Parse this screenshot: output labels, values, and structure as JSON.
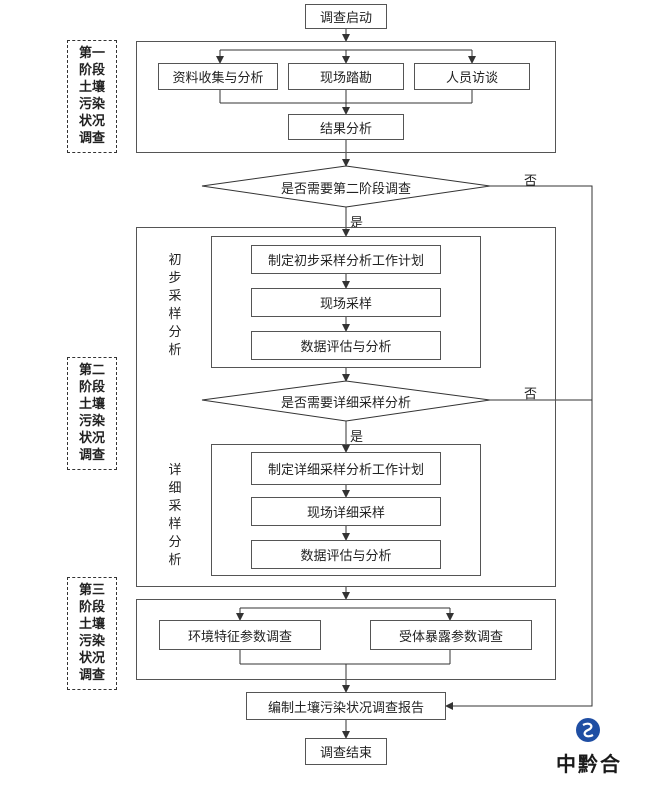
{
  "nodes": {
    "start": "调查启动",
    "stage1_data": "资料收集与分析",
    "stage1_site": "现场踏勘",
    "stage1_interview": "人员访谈",
    "stage1_result": "结果分析",
    "decision1": "是否需要第二阶段调查",
    "prelim_plan": "制定初步采样分析工作计划",
    "prelim_sampling": "现场采样",
    "prelim_eval": "数据评估与分析",
    "decision2": "是否需要详细采样分析",
    "detail_plan": "制定详细采样分析工作计划",
    "detail_sampling": "现场详细采样",
    "detail_eval": "数据评估与分析",
    "env_param": "环境特征参数调查",
    "exposure_param": "受体暴露参数调查",
    "report": "编制土壤污染状况调查报告",
    "end": "调查结束"
  },
  "branches": {
    "yes1": "是",
    "no1": "否",
    "yes2": "是",
    "no2": "否"
  },
  "stages": [
    [
      "第一",
      "阶段",
      "土壤",
      "污染",
      "状况",
      "调查"
    ],
    [
      "第二",
      "阶段",
      "土壤",
      "污染",
      "状况",
      "调查"
    ],
    [
      "第三",
      "阶段",
      "土壤",
      "污染",
      "状况",
      "调查"
    ]
  ],
  "sections": {
    "prelim": [
      "初",
      "步",
      "采",
      "样",
      "分",
      "析"
    ],
    "detail": [
      "详",
      "细",
      "采",
      "样",
      "分",
      "析"
    ]
  },
  "logo": {
    "text": "中黔合",
    "color": "#1f4ea3"
  }
}
